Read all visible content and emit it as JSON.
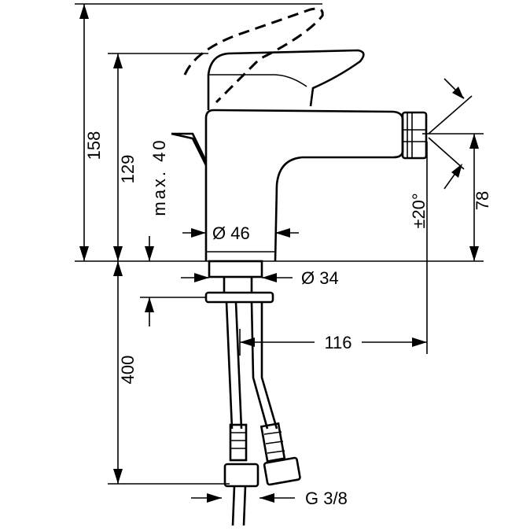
{
  "drawing": {
    "title": "Bidet mixer dimension drawing",
    "dimensions": {
      "total_height": "158",
      "spout_height": "129",
      "max_deck": "max. 40",
      "body_diameter": "Ø 46",
      "shank_diameter": "Ø 34",
      "hose_length": "400",
      "spout_reach": "116",
      "swivel_angle": "±20°",
      "outlet_height": "78",
      "connection": "G 3/8"
    }
  }
}
